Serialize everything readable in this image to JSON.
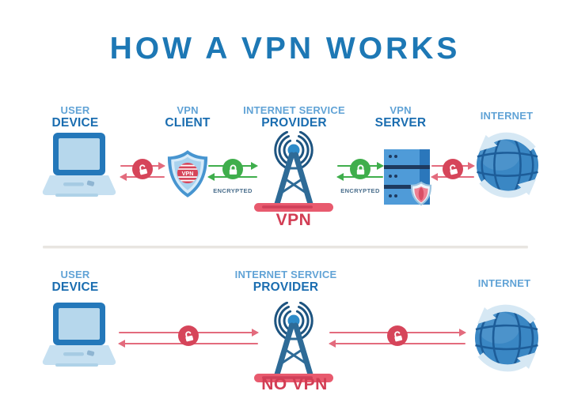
{
  "title": "HOW A VPN WORKS",
  "colors": {
    "title_blue": "#1d78b5",
    "label_light_blue": "#61a3d6",
    "label_dark_blue": "#1a6db0",
    "unencrypted_red": "#d6455a",
    "arrow_red": "#e36b7d",
    "encrypted_green": "#3fae4c",
    "caption_red": "#d23d54",
    "encrypted_label_blue": "#4a6e8c"
  },
  "vpn_row": {
    "nodes": [
      {
        "line1": "USER",
        "line2": "DEVICE",
        "icon": "laptop-icon"
      },
      {
        "line1": "VPN",
        "line2": "CLIENT",
        "icon": "vpn-shield-icon"
      },
      {
        "line1": "INTERNET SERVICE",
        "line2": "PROVIDER",
        "icon": "radio-tower-icon"
      },
      {
        "line1": "VPN",
        "line2": "SERVER",
        "icon": "server-icon"
      },
      {
        "line1": "INTERNET",
        "line2": "",
        "icon": "globe-icon"
      }
    ],
    "shield_badge": "VPN",
    "connections": [
      {
        "security": "unencrypted",
        "lock": "open-padlock",
        "label": ""
      },
      {
        "security": "encrypted",
        "lock": "closed-padlock",
        "label": "ENCRYPTED"
      },
      {
        "security": "encrypted",
        "lock": "closed-padlock",
        "label": "ENCRYPTED"
      },
      {
        "security": "unencrypted",
        "lock": "open-padlock",
        "label": ""
      }
    ],
    "caption": "VPN"
  },
  "no_vpn_row": {
    "nodes": [
      {
        "line1": "USER",
        "line2": "DEVICE",
        "icon": "laptop-icon"
      },
      {
        "line1": "INTERNET SERVICE",
        "line2": "PROVIDER",
        "icon": "radio-tower-icon"
      },
      {
        "line1": "INTERNET",
        "line2": "",
        "icon": "globe-icon"
      }
    ],
    "connections": [
      {
        "security": "unencrypted",
        "lock": "open-padlock"
      },
      {
        "security": "unencrypted",
        "lock": "open-padlock"
      }
    ],
    "caption": "NO VPN"
  }
}
